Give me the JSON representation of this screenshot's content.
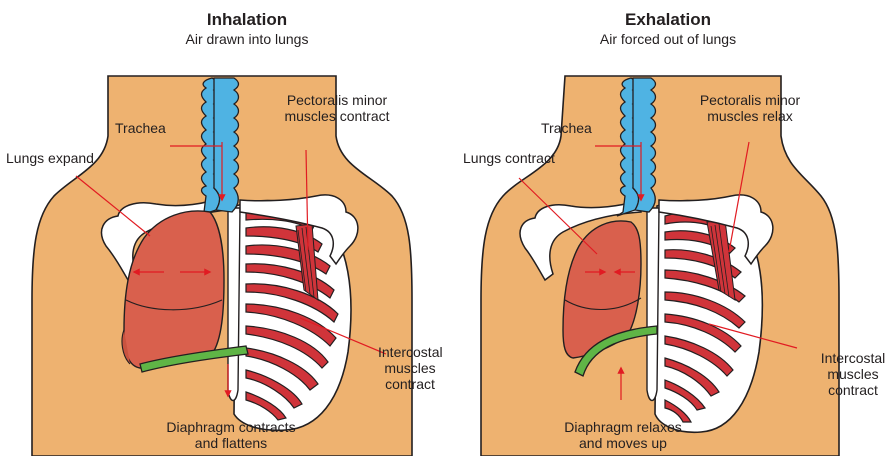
{
  "inhalation": {
    "title": "Inhalation",
    "subtitle": "Air drawn into lungs",
    "trachea": "Trachea",
    "lungs": "Lungs expand",
    "pectoralis_line1": "Pectoralis minor",
    "pectoralis_line2": "muscles contract",
    "intercostal_line1": "Intercostal",
    "intercostal_line2": "muscles",
    "intercostal_line3": "contract",
    "diaphragm_line1": "Diaphragm contracts",
    "diaphragm_line2": "and flattens"
  },
  "exhalation": {
    "title": "Exhalation",
    "subtitle": "Air forced out of lungs",
    "trachea": "Trachea",
    "lungs": "Lungs contract",
    "pectoralis_line1": "Pectoralis minor",
    "pectoralis_line2": "muscles relax",
    "intercostal_line1": "Intercostal",
    "intercostal_line2": "muscles",
    "intercostal_line3": "contract",
    "diaphragm_line1": "Diaphragm relaxes",
    "diaphragm_line2": "and moves up"
  },
  "colors": {
    "skin": "#eeb270",
    "lung": "#d9604d",
    "lung_lower": "#c9533f",
    "trachea": "#4fb3e3",
    "diaphragm": "#5fb546",
    "muscle": "#d0343a",
    "arrow": "#e11b22",
    "outline": "#231f20"
  }
}
